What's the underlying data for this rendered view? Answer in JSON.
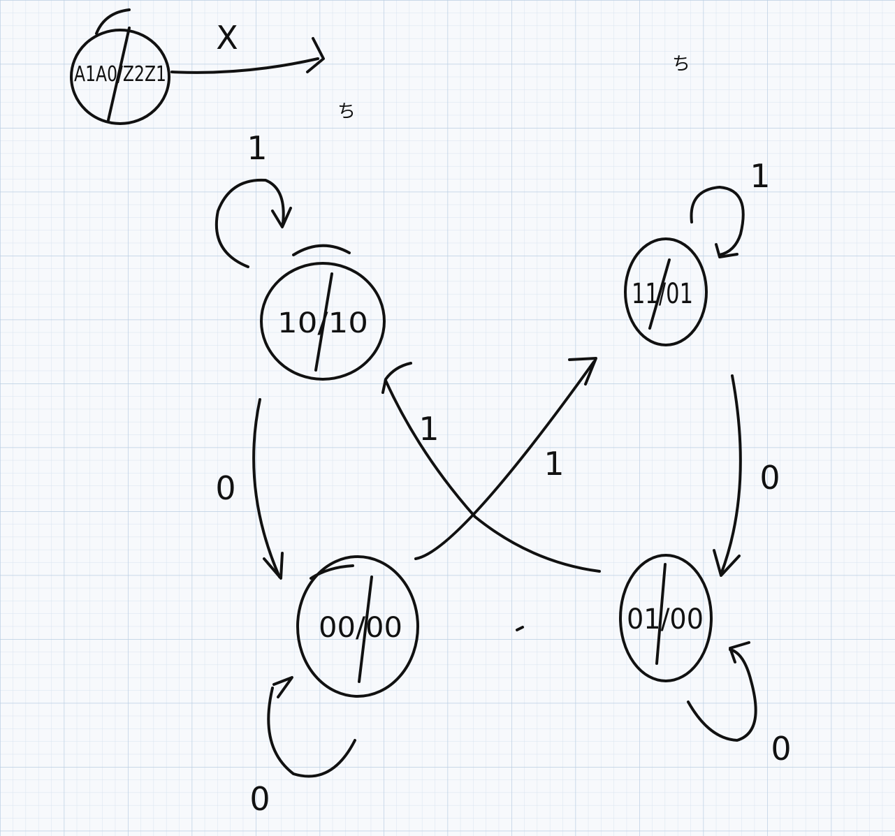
{
  "legend": {
    "state_label": "A1A0/Z2Z1",
    "input_label": "X",
    "note": "ち"
  },
  "states": [
    {
      "id": "10",
      "label": "10/10"
    },
    {
      "id": "11",
      "label": "11/01"
    },
    {
      "id": "00",
      "label": "00/00"
    },
    {
      "id": "01",
      "label": "01/00"
    }
  ],
  "transitions": [
    {
      "from": "10",
      "to": "10",
      "input": "1"
    },
    {
      "from": "11",
      "to": "11",
      "input": "1"
    },
    {
      "from": "10",
      "to": "00",
      "input": "0"
    },
    {
      "from": "11",
      "to": "01",
      "input": "0"
    },
    {
      "from": "00",
      "to": "11",
      "input": "1"
    },
    {
      "from": "01",
      "to": "10",
      "input": "1"
    },
    {
      "from": "00",
      "to": "00",
      "input": "0"
    },
    {
      "from": "01",
      "to": "01",
      "input": "0"
    }
  ],
  "colors": {
    "paper": "#f7f9fc",
    "grid_minor": "#d7e3ef",
    "grid_major": "#b9cde2",
    "ink": "#111111"
  }
}
